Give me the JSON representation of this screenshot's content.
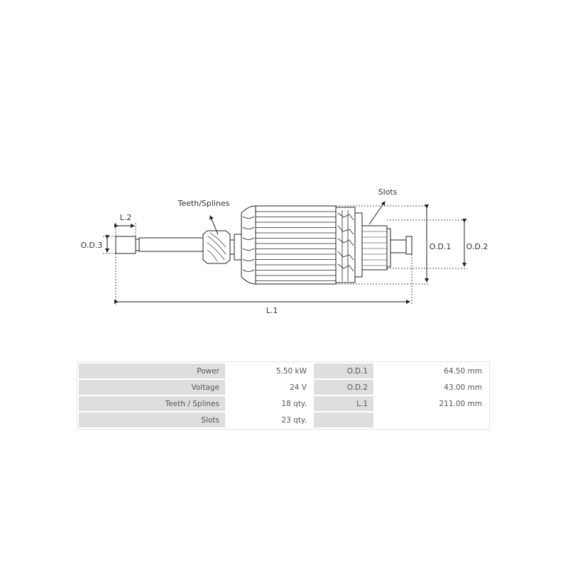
{
  "diagram": {
    "labels": {
      "teeth_splines": "Teeth/Splines",
      "slots": "Slots",
      "l2": "L.2",
      "od3": "O.D.3",
      "od1": "O.D.1",
      "od2": "O.D.2",
      "l1": "L.1"
    }
  },
  "specs": {
    "rows": [
      {
        "k1": "Power",
        "v1": "5.50 kW",
        "k2": "O.D.1",
        "v2": "64.50 mm"
      },
      {
        "k1": "Voltage",
        "v1": "24 V",
        "k2": "O.D.2",
        "v2": "43.00 mm"
      },
      {
        "k1": "Teeth / Splines",
        "v1": "18 qty.",
        "k2": "L.1",
        "v2": "211.00 mm"
      },
      {
        "k1": "Slots",
        "v1": "23 qty.",
        "k2": "",
        "v2": ""
      }
    ]
  }
}
